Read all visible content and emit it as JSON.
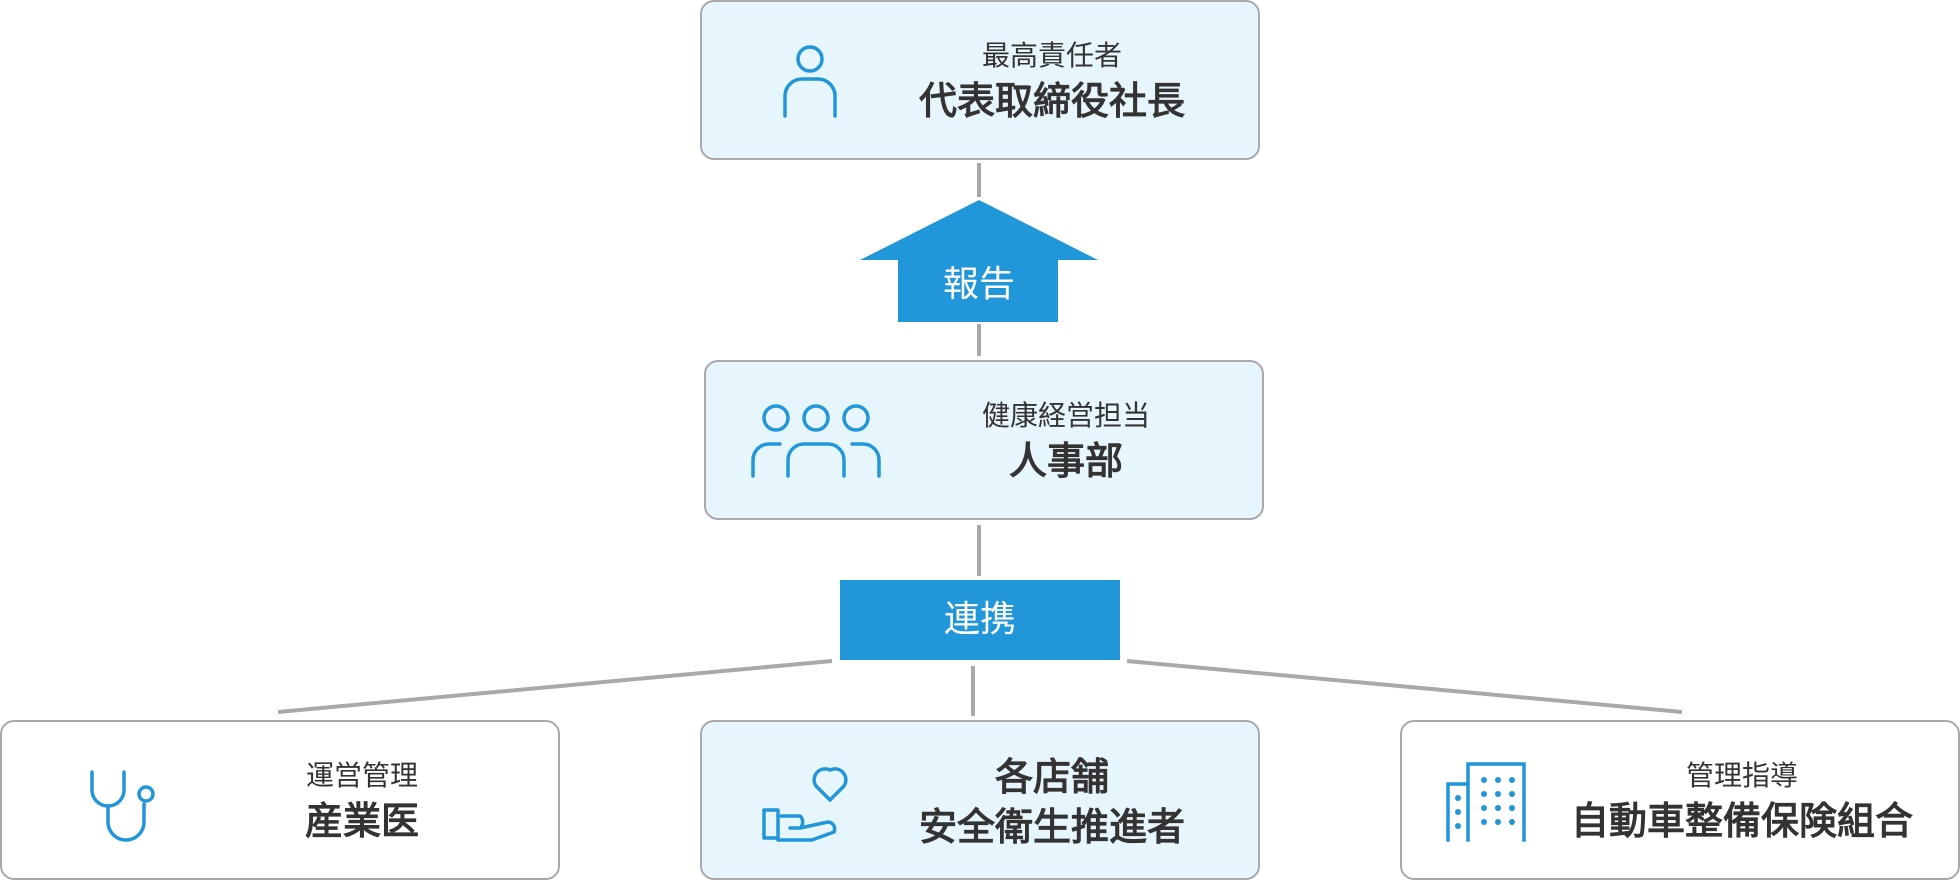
{
  "colors": {
    "accent": "#2196d9",
    "box_fill": "#e7f5fc",
    "box_border": "#a9a9a9",
    "connector": "#a9a9a9",
    "text": "#333333"
  },
  "top_box": {
    "icon": "person-icon",
    "role": "最高責任者",
    "name": "代表取締役社長"
  },
  "report_arrow": {
    "label": "報告"
  },
  "middle_box": {
    "icon": "group-icon",
    "role": "健康経営担当",
    "name": "人事部"
  },
  "collaboration": {
    "label": "連携"
  },
  "bottom_boxes": [
    {
      "icon": "stethoscope-icon",
      "role": "運営管理",
      "name": "産業医"
    },
    {
      "icon": "heart-hand-icon",
      "name": "各店舗",
      "name2": "安全衛生推進者"
    },
    {
      "icon": "building-icon",
      "role": "管理指導",
      "name": "自動車整備保険組合"
    }
  ]
}
